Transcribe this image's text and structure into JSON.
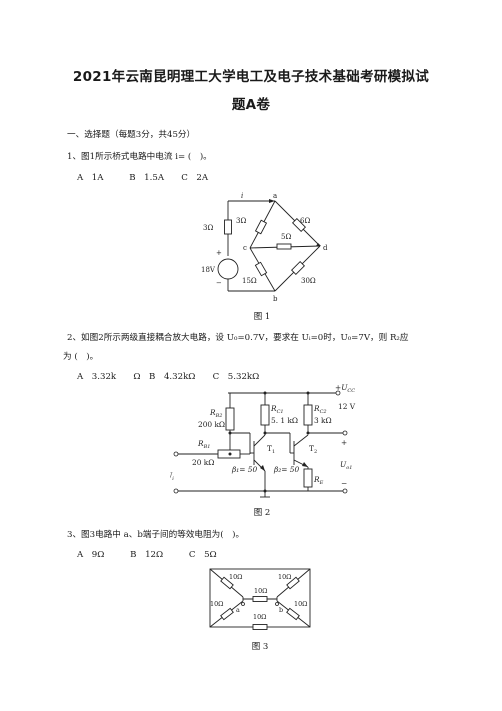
{
  "title": {
    "line1": "2021年云南昆明理工大学电工及电子技术基础考研模拟试",
    "line2": "题A卷"
  },
  "section": {
    "heading": "一、选择题（每题3分，共45分）"
  },
  "questions": [
    {
      "stem": "1、图1所示桥式电路中电流 i= (　)。",
      "options": "A　1A　　　B　1.5A　　C　2A",
      "caption": "图 1"
    },
    {
      "stem_line1": "2、如图2所示两级直接耦合放大电路，设 U₀=0.7V，要求在 Uᵢ=0时，U₀=7V，则 R₂应",
      "stem_line2": "为 (　)。",
      "options": "A　3.32k　　Ω　B　4.32kΩ　　C　5.32kΩ",
      "caption": "图 2"
    },
    {
      "stem": "3、图3电路中 a、b端子间的等效电阻为(　)。",
      "options": "A　9Ω　　　B　12Ω　　　C　5Ω",
      "caption": "图 3"
    }
  ],
  "fig1": {
    "i": "i",
    "a": "a",
    "b": "b",
    "c": "c",
    "d": "d",
    "r_left": "3Ω",
    "r_ca": "3Ω",
    "r_ad": "6Ω",
    "r_cd": "5Ω",
    "r_cb": "15Ω",
    "r_bd": "30Ω",
    "plus": "+",
    "minus": "−",
    "v_src": "18V"
  },
  "fig2": {
    "ucc": "+U",
    "ucc_sub": "CC",
    "ucc_val": "12 V",
    "rb2": "R",
    "rb2_sub": "B2",
    "rb2_val": "200 kΩ",
    "rc1": "R",
    "rc1_sub": "C1",
    "rc1_val": "5. 1 kΩ",
    "rc2": "R",
    "rc2_sub": "C2",
    "rc2_val": "3 kΩ",
    "rb1": "R",
    "rb1_sub": "B1",
    "rb1_val": "20 kΩ",
    "t1": "T",
    "t1_sub": "1",
    "t2": "T",
    "t2_sub": "2",
    "beta1": "β₁= 50",
    "beta2": "β₂= 50",
    "re": "R",
    "re_sub": "E",
    "ui": "U",
    "ui_sub": "i",
    "uo": "U",
    "uo_sub": "o1",
    "plus": "+",
    "minus": "−"
  },
  "fig3": {
    "r_top_left": "10Ω",
    "r_top_mid": "10Ω",
    "r_top_right": "10Ω",
    "r_bot_left": "10Ω",
    "r_bot_mid": "10Ω",
    "r_bot_right": "10Ω",
    "a": "a",
    "b": "b"
  }
}
